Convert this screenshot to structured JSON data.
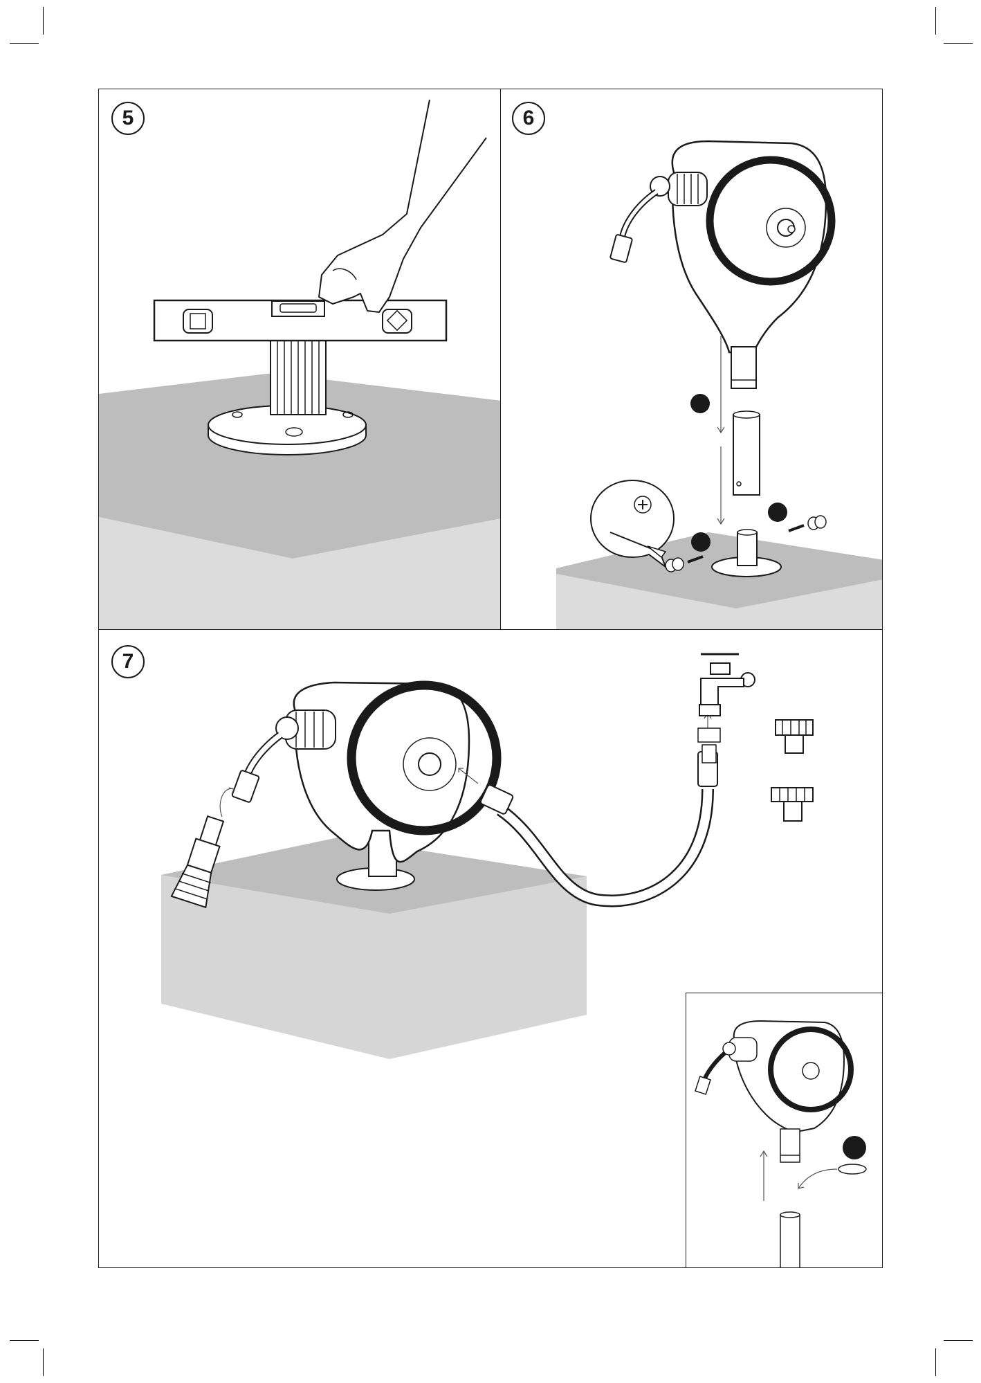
{
  "steps": {
    "step5": {
      "label": "5"
    },
    "step6": {
      "label": "6"
    },
    "step7": {
      "label": "7"
    }
  },
  "colors": {
    "line": "#1a1a1a",
    "surface_top": "#bdbdbd",
    "surface_side": "#dcdcdc",
    "marker": "#1a1a1a"
  },
  "icons": [
    "spirit-level-icon",
    "hand-icon",
    "hose-reel-icon",
    "tap-icon",
    "spray-nozzle-icon",
    "screw-icon",
    "wall-plug-icon",
    "screwdriver-icon",
    "tap-adapter-icon",
    "cap-icon"
  ]
}
